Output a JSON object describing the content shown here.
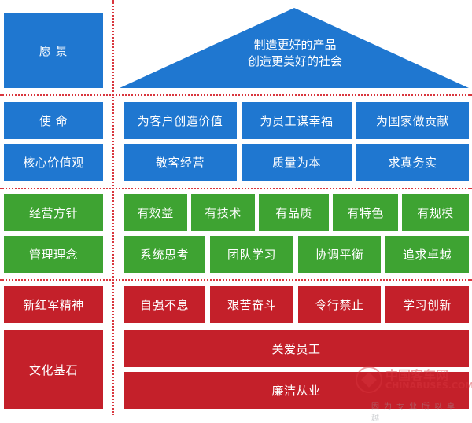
{
  "colors": {
    "blue": "#1f77d0",
    "green": "#3ea332",
    "red": "#c4202a",
    "divider": "#d9363e"
  },
  "vision": {
    "label": "愿 景",
    "lines": [
      "制造更好的产品",
      "创造更美好的社会"
    ]
  },
  "mission": {
    "label": "使 命",
    "items": [
      "为客户创造价值",
      "为员工谋幸福",
      "为国家做贡献"
    ]
  },
  "core_values": {
    "label": "核心价值观",
    "items": [
      "敬客经营",
      "质量为本",
      "求真务实"
    ]
  },
  "business_policy": {
    "label": "经营方针",
    "items": [
      "有效益",
      "有技术",
      "有品质",
      "有特色",
      "有规模"
    ]
  },
  "management_philosophy": {
    "label": "管理理念",
    "items": [
      "系统思考",
      "团队学习",
      "协调平衡",
      "追求卓越"
    ]
  },
  "red_army_spirit": {
    "label": "新红军精神",
    "items": [
      "自强不息",
      "艰苦奋斗",
      "令行禁止",
      "学习创新"
    ]
  },
  "culture_foundation": {
    "label": "文化基石",
    "items": [
      "关爱员工",
      "廉洁从业"
    ]
  },
  "watermark": {
    "cn": "中国客车网",
    "en": "CHINABUSES.COM",
    "slogan": "因为专业所以卓越"
  }
}
